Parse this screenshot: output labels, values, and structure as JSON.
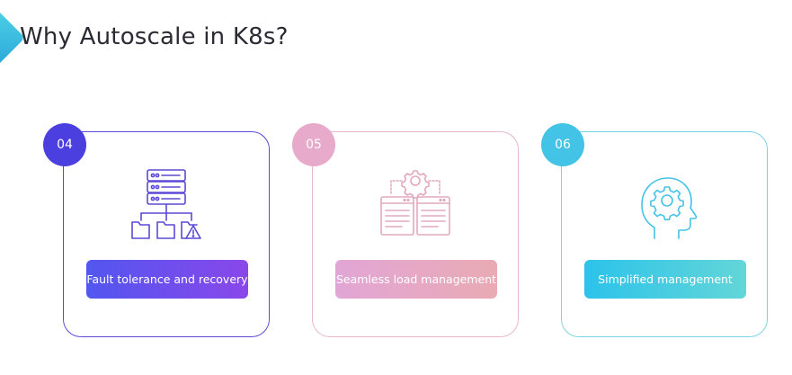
{
  "title": "Why Autoscale in K8s?",
  "cards": [
    {
      "number": "04",
      "label": "Fault tolerance and recovery",
      "icon": "server-hierarchy-icon",
      "color": "#5a49d6"
    },
    {
      "number": "05",
      "label": "Seamless load management",
      "icon": "gear-windows-icon",
      "color": "#e6b7cf"
    },
    {
      "number": "06",
      "label": "Simplified management",
      "icon": "head-gear-icon",
      "color": "#43c3e6"
    }
  ]
}
